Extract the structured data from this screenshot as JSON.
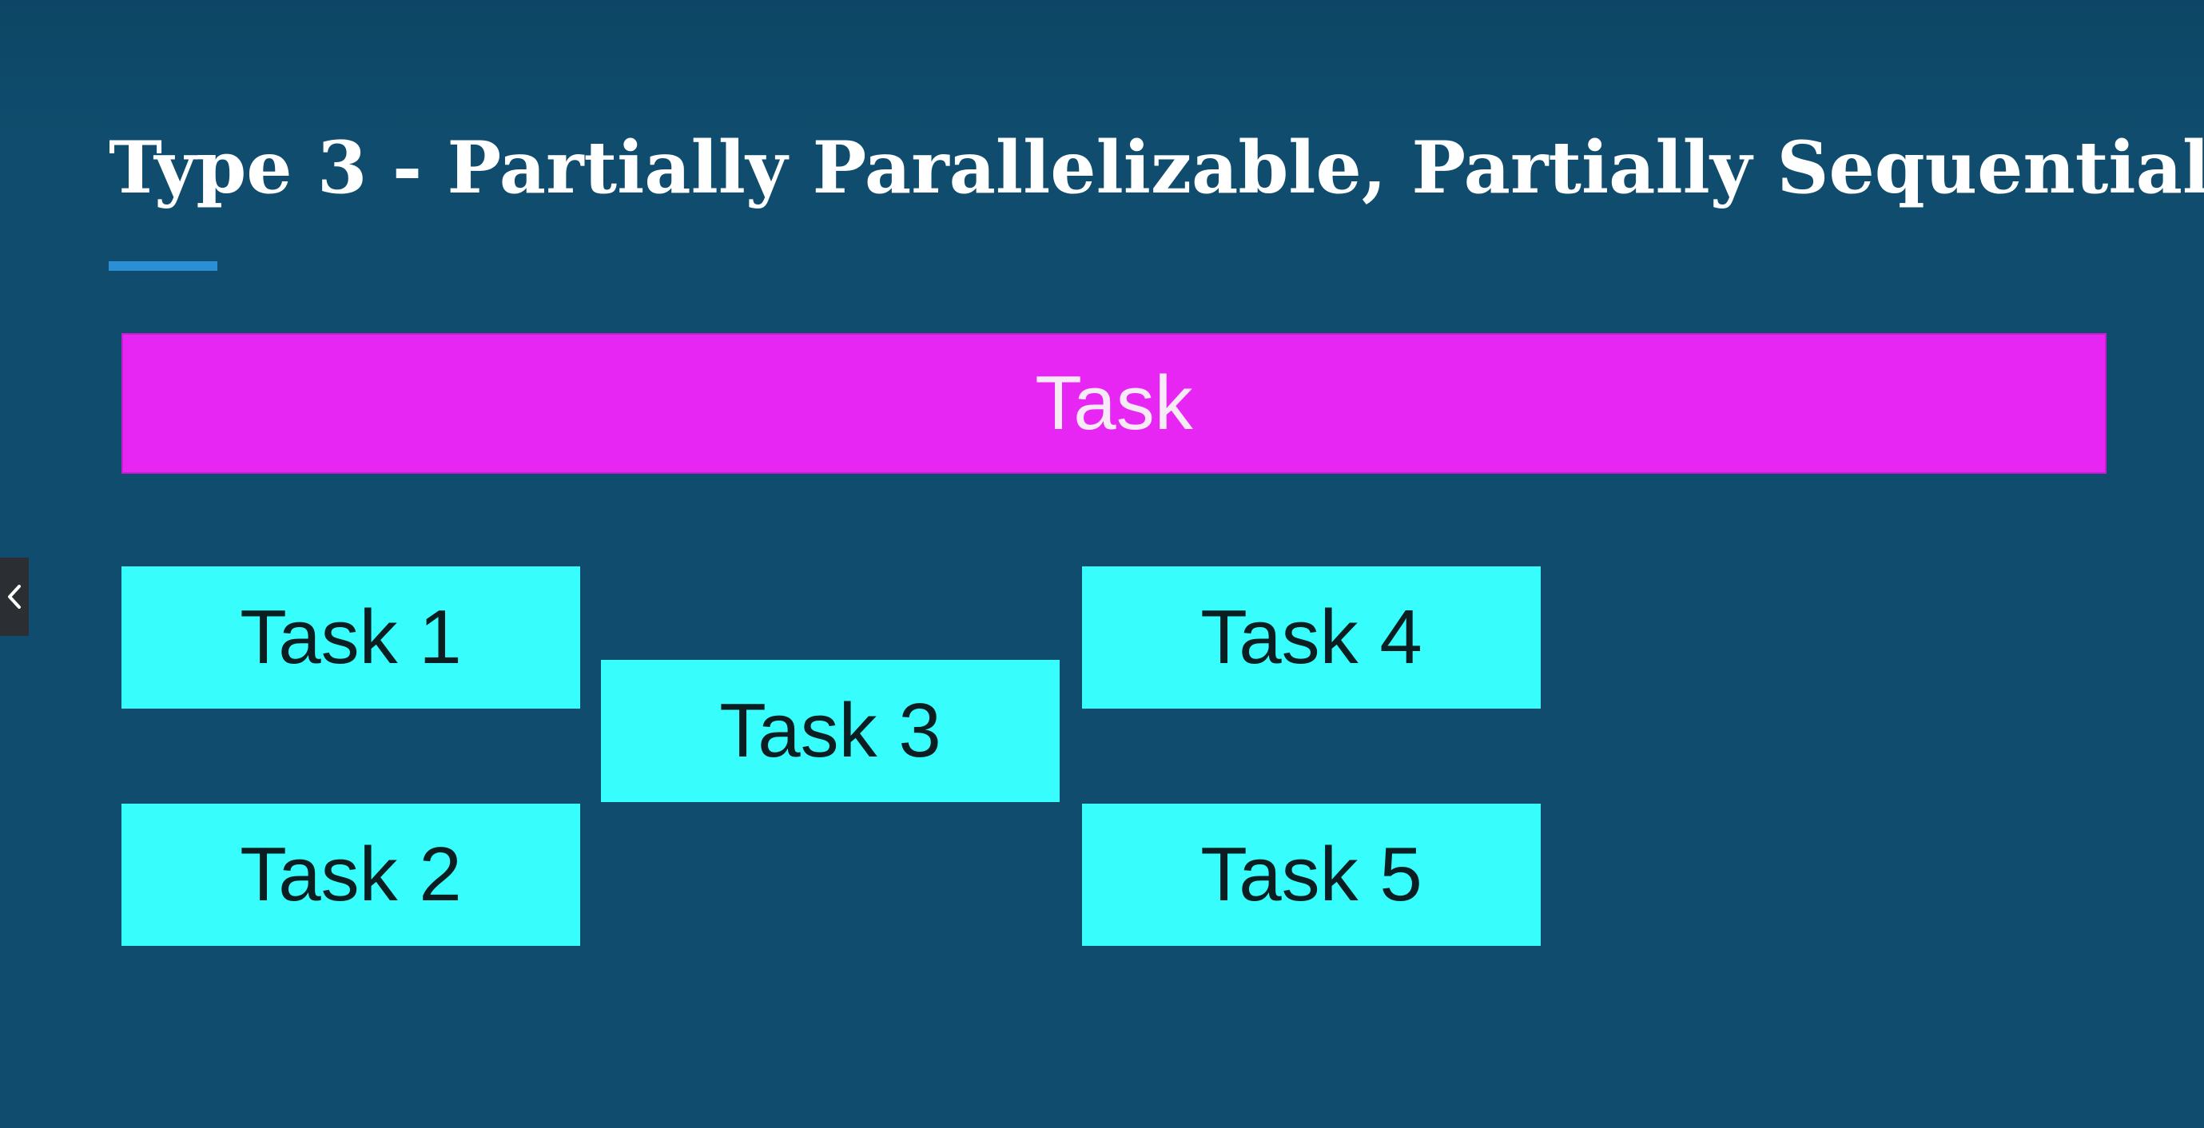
{
  "slide": {
    "title": "Type 3 - Partially Parallelizable, Partially Sequential",
    "main_task_label": "Task",
    "subtasks": [
      {
        "label": "Task 1"
      },
      {
        "label": "Task 2"
      },
      {
        "label": "Task 3"
      },
      {
        "label": "Task 4"
      },
      {
        "label": "Task 5"
      }
    ]
  },
  "navigation": {
    "prev_icon": "chevron-left-icon"
  },
  "colors": {
    "background": "#0f4c6d",
    "title_text": "#ffffff",
    "accent_underline": "#2b8fd6",
    "main_task_fill": "#e826f3",
    "subtask_fill": "#37fdfc",
    "subtask_text": "#0b1f22"
  }
}
